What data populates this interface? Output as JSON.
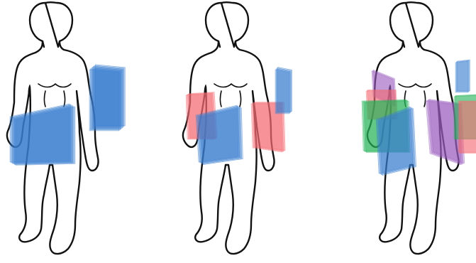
{
  "figure": {
    "panel_count": 3,
    "colors": {
      "blue": "#3a7fd0",
      "red": "#f36b73",
      "green": "#27b35a",
      "purple": "#9a5cc0",
      "outline": "#111111",
      "background": "#ffffff"
    },
    "panels": [
      {
        "id": "panel-1",
        "plane_groups": [
          "blue",
          "blue"
        ]
      },
      {
        "id": "panel-2",
        "plane_groups": [
          "red",
          "blue",
          "red",
          "blue",
          "blue"
        ]
      },
      {
        "id": "panel-3",
        "plane_groups": [
          "purple",
          "red",
          "green",
          "blue",
          "purple",
          "green",
          "red",
          "blue"
        ]
      }
    ]
  }
}
